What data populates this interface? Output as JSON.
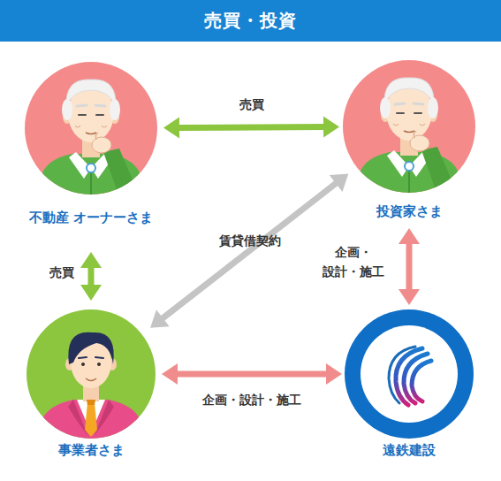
{
  "diagram": {
    "title": "売買・投資",
    "nodes": [
      {
        "text": [
          "不動産 オーナーさま"
        ]
      },
      {
        "text": [
          "投資家さま"
        ]
      },
      {
        "text": [
          "事業者さま"
        ]
      },
      {
        "text": [
          "遠鉄建設"
        ]
      }
    ],
    "edges": [
      {
        "from": 0,
        "to": 1,
        "label": "売買",
        "arrow": "both"
      },
      {
        "from": 0,
        "to": 2,
        "label": "売買",
        "arrow": "both"
      },
      {
        "from": 1,
        "to": 2,
        "label": "賃貸借契約",
        "arrow": "both"
      },
      {
        "from": 1,
        "to": 3,
        "label": "企画・ 設計・施工",
        "arrow": "both"
      },
      {
        "from": 2,
        "to": 3,
        "label": "企画・設計・施工",
        "arrow": "both"
      }
    ]
  }
}
